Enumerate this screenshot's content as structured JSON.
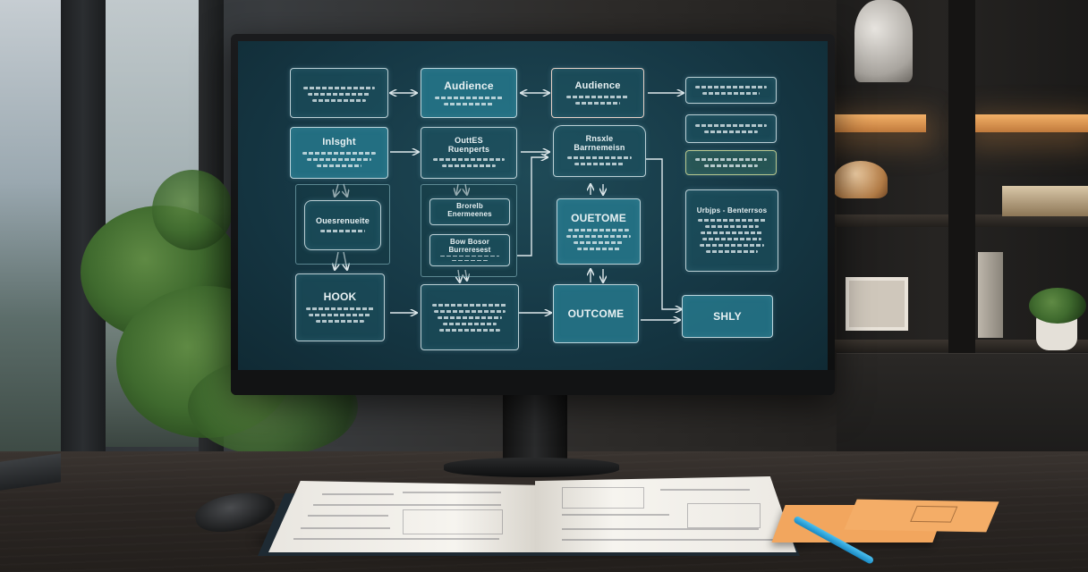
{
  "diagram": {
    "boxes": {
      "row1_col1": {
        "title": ""
      },
      "audience_1": {
        "title": "Audience"
      },
      "audience_2": {
        "title": "Audience"
      },
      "row1_col4": {
        "title": ""
      },
      "insight": {
        "title": "Inlsght"
      },
      "row2_col2": {
        "title": "OuttES\nRuenperts"
      },
      "row2_col3": {
        "title": "Rnsxle\nBarrnemeisn"
      },
      "row2_col4a": {
        "title": ""
      },
      "row2_col4b": {
        "title": ""
      },
      "row3_left": {
        "title": "Ouesrenueite"
      },
      "row3_mid_a": {
        "title": "Brorelb Enermeenes"
      },
      "row3_mid_b": {
        "title": "Bow Bosor Burreresest"
      },
      "outcome_1": {
        "title": "OUETOME"
      },
      "right_panel": {
        "title": "Urbjps - Benterrsos"
      },
      "hook": {
        "title": "HOOK"
      },
      "row4_mid": {
        "title": ""
      },
      "outcome_2": {
        "title": "OUTCOME"
      },
      "shly": {
        "title": "SHLY"
      }
    }
  },
  "colors": {
    "screen_bg": "#163845",
    "box_fill": "#1f6070",
    "box_border": "#d7e6eb",
    "accent_glow": "#f3b067",
    "pen": "#2aa3dc",
    "sticky": "#f2a65e"
  }
}
